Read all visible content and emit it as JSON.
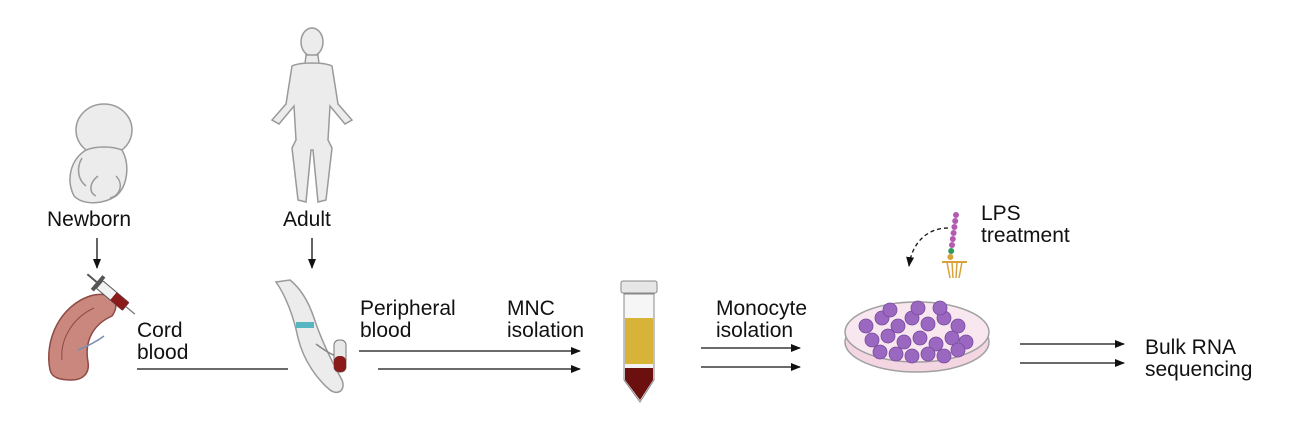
{
  "labels": {
    "newborn": "Newborn",
    "adult": "Adult",
    "cord_blood_1": "Cord",
    "cord_blood_2": "blood",
    "peripheral_1": "Peripheral",
    "peripheral_2": "blood",
    "mnc_1": "MNC",
    "mnc_2": "isolation",
    "monocyte_1": "Monocyte",
    "monocyte_2": "isolation",
    "lps_1": "LPS",
    "lps_2": "treatment",
    "bulk_1": "Bulk RNA",
    "bulk_2": "sequencing"
  },
  "colors": {
    "figure_fill": "#ececec",
    "figure_stroke": "#9a9a9a",
    "placenta": "#c9877e",
    "placenta_dark": "#8e4a45",
    "blood": "#6b0f0f",
    "plasma": "#d8b33a",
    "dish": "#f4d6e3",
    "cell": "#9a68c0",
    "arrow": "#111111"
  },
  "icons": [
    "newborn-icon",
    "adult-icon",
    "placenta-syringe-icon",
    "arm-blood-draw-icon",
    "centrifuge-tube-icon",
    "petri-dish-icon",
    "lps-molecule-icon"
  ]
}
